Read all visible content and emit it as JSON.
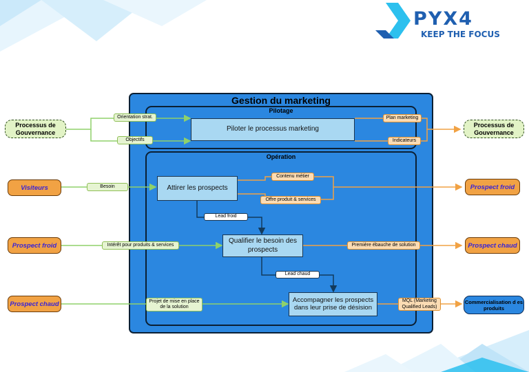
{
  "logo": {
    "brand": "PYX4",
    "tagline": "KEEP THE FOCUS",
    "colors": {
      "brand_blue": "#1f5fb0",
      "accent_cyan": "#2cc0ee"
    }
  },
  "diagram": {
    "title": "Gestion du marketing",
    "pilotage": {
      "label": "Pilotage",
      "process": "Piloter le processus marketing",
      "inputs": [
        "Orientation strat.",
        "Objectifs"
      ],
      "outputs": [
        "Plan marketing",
        "Indicateurs"
      ]
    },
    "operation": {
      "label": "Opération",
      "processes": [
        "Attirer les prospects",
        "Qualifier le besoin des prospects",
        "Accompagner les prospects dans leur prise de désision"
      ],
      "internal_flows": [
        "Contenu métier",
        "Offre produit & services",
        "Lead froid",
        "Lead chaud"
      ]
    },
    "left_entities": {
      "gov": "Processus de Gouvernance",
      "visiteurs": "Visiteurs",
      "prospect_froid": "Prospect froid",
      "prospect_chaud": "Prospect chaud"
    },
    "input_flows": {
      "besoin": "Besoin",
      "interet": "Intérêt pour produits & services",
      "projet": "Projet de mise en place de la solution"
    },
    "output_flows": {
      "ebauche": "Première ébauche de solution",
      "mql": "MQL (Marketing Qualified Leads)"
    },
    "right_entities": {
      "gov": "Processus de Gouvernance",
      "prospect_froid": "Prospect froid",
      "prospect_chaud": "Prospect chaud",
      "commercialisation": "Commercialisation d es produits"
    },
    "colors": {
      "frame_blue": "#2b87e0",
      "process_fill": "#a9d8f2",
      "input_arrow": "#8fd16a",
      "output_arrow": "#f1a244",
      "flow_dark": "#123a5c"
    }
  }
}
